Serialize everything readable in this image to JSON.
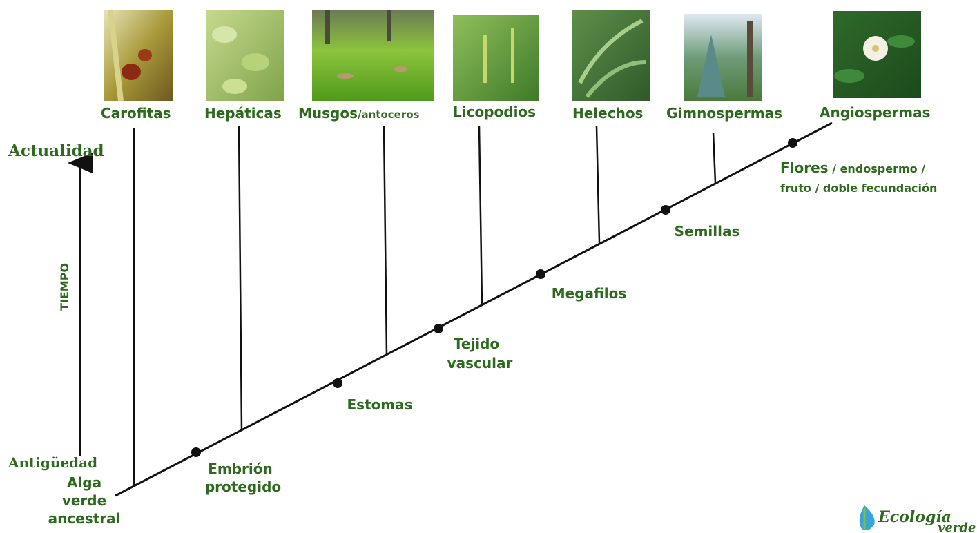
{
  "time_axis": {
    "top_label": "Actualidad",
    "middle_label": "TIEMPO",
    "bottom_label": "Antigüedad"
  },
  "root_label": [
    "Alga",
    "verde",
    "ancestral"
  ],
  "taxa": [
    {
      "name": "Carofitas",
      "image": "charophyte-photo"
    },
    {
      "name": "Hepáticas",
      "image": "liverwort-photo"
    },
    {
      "name": "Musgos",
      "name_suffix": "/antoceros",
      "image": "moss-photo"
    },
    {
      "name": "Licopodios",
      "image": "clubmoss-photo"
    },
    {
      "name": "Helechos",
      "image": "fern-photo"
    },
    {
      "name": "Gimnospermas",
      "image": "conifer-photo"
    },
    {
      "name": "Angiospermas",
      "image": "magnolia-flower-photo"
    }
  ],
  "traits": [
    {
      "lines": [
        "Embrión",
        "protegido"
      ]
    },
    {
      "lines": [
        "Estomas"
      ]
    },
    {
      "lines": [
        "Tejido",
        "vascular"
      ]
    },
    {
      "lines": [
        "Megafilos"
      ]
    },
    {
      "lines": [
        "Semillas"
      ]
    },
    {
      "lines_rich": [
        {
          "main": "Flores",
          "rest": " / endospermo /"
        },
        {
          "main": "",
          "rest": "fruto / doble fecundación"
        }
      ]
    }
  ],
  "logo": {
    "text": "Ecología",
    "subtext": "verde",
    "icon": "leaf-drop-icon"
  },
  "colors": {
    "label_green": "#2d6a1e",
    "line": "#111111",
    "logo_blue": "#3aa3d8",
    "logo_green": "#7cc242"
  }
}
